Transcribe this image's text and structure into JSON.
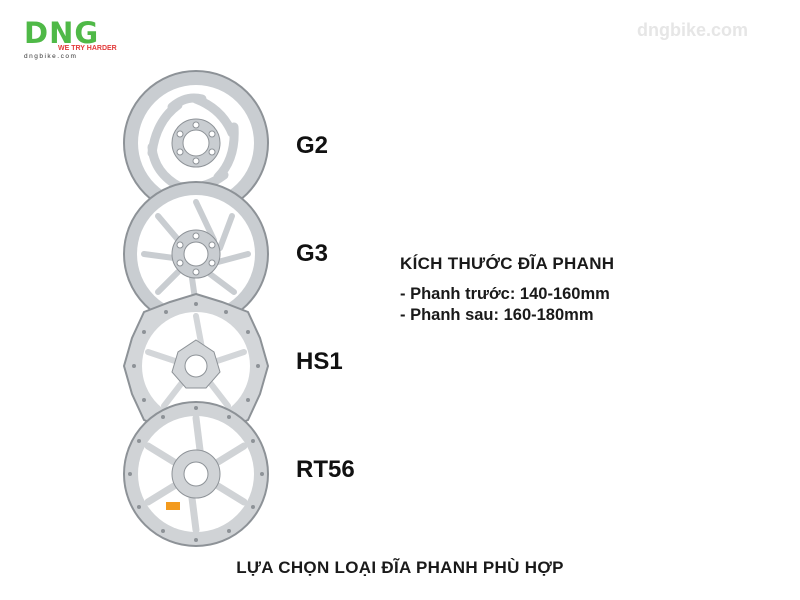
{
  "brand": {
    "logo": "DNG",
    "tagline": "WE TRY HARDER",
    "domain": "dngbike.com"
  },
  "watermark": "dngbike.com",
  "rotors": [
    {
      "label": "G2"
    },
    {
      "label": "G3"
    },
    {
      "label": "HS1"
    },
    {
      "label": "RT56"
    }
  ],
  "spec": {
    "title": "KÍCH THƯỚC ĐĨA PHANH",
    "lines": [
      "- Phanh trước: 140-160mm",
      "- Phanh sau: 160-180mm"
    ]
  },
  "footer": "LỰA CHỌN LOẠI ĐĨA PHANH PHÙ HỢP",
  "colors": {
    "brand_green": "#4fb947",
    "brand_red": "#e23b3b",
    "rotor_metal": "#c9cdd1",
    "rotor_edge": "#8d9297"
  }
}
